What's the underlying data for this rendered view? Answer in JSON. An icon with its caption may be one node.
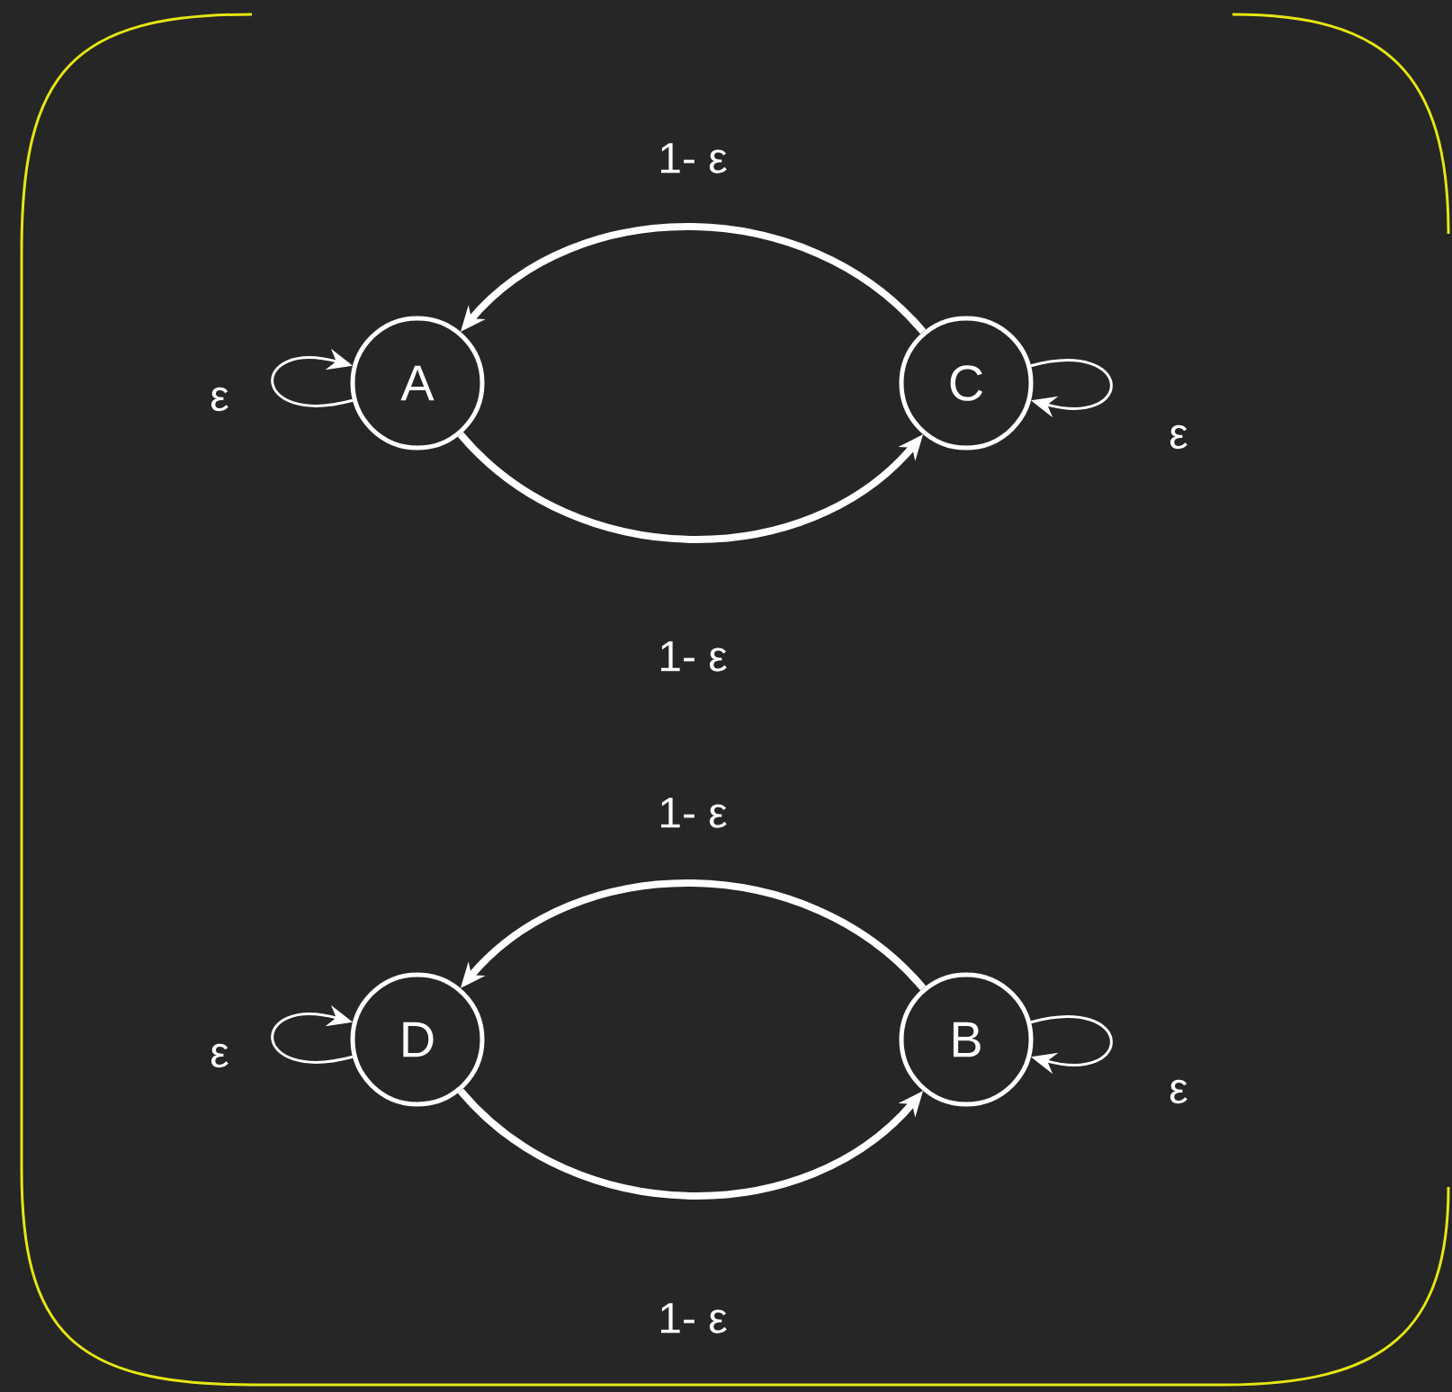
{
  "diagram": {
    "nodes": [
      {
        "text": [
          "A"
        ]
      },
      {
        "text": [
          "C"
        ]
      },
      {
        "text": [
          "D"
        ]
      },
      {
        "text": [
          "B"
        ]
      }
    ],
    "edges": [
      {
        "from": 1,
        "to": 0,
        "arrow": "to",
        "label": "1- ε",
        "style": "thick"
      },
      {
        "from": 0,
        "to": 1,
        "arrow": "to",
        "label": "1- ε",
        "style": "thick"
      },
      {
        "from": 0,
        "to": 0,
        "arrow": "to",
        "label": "ε"
      },
      {
        "from": 1,
        "to": 1,
        "arrow": "to",
        "label": "ε"
      },
      {
        "from": 3,
        "to": 2,
        "arrow": "to",
        "label": "1- ε",
        "style": "thick"
      },
      {
        "from": 2,
        "to": 3,
        "arrow": "to",
        "label": "1- ε",
        "style": "thick"
      },
      {
        "from": 2,
        "to": 2,
        "arrow": "to",
        "label": "ε"
      },
      {
        "from": 3,
        "to": 3,
        "arrow": "to",
        "label": "ε"
      }
    ]
  }
}
